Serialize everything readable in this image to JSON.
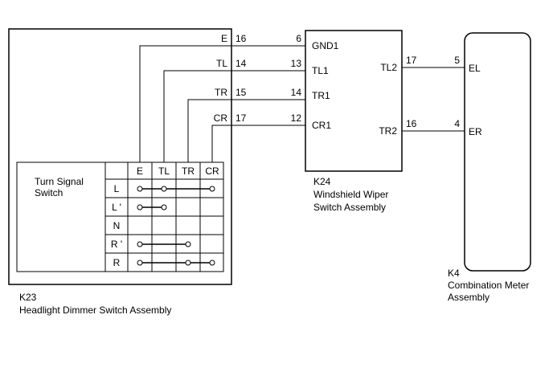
{
  "k23": {
    "code": "K23",
    "name": "Headlight Dimmer Switch Assembly",
    "terminals": [
      {
        "name": "E",
        "pin": "16"
      },
      {
        "name": "TL",
        "pin": "14"
      },
      {
        "name": "TR",
        "pin": "15"
      },
      {
        "name": "CR",
        "pin": "17"
      }
    ],
    "table": {
      "title_line1": "Turn Signal",
      "title_line2": "Switch",
      "columns": [
        "E",
        "TL",
        "TR",
        "CR"
      ],
      "rows": [
        {
          "label": "L",
          "connected": [
            "E",
            "TL",
            "CR"
          ]
        },
        {
          "label": "L '",
          "connected": [
            "E",
            "TL"
          ]
        },
        {
          "label": "N",
          "connected": []
        },
        {
          "label": "R '",
          "connected": [
            "E",
            "TR"
          ]
        },
        {
          "label": "R",
          "connected": [
            "E",
            "TR",
            "CR"
          ]
        }
      ]
    }
  },
  "k24": {
    "code": "K24",
    "name_line1": "Windshield Wiper",
    "name_line2": "Switch Assembly",
    "left_terminals": [
      {
        "name": "GND1",
        "pin": "6"
      },
      {
        "name": "TL1",
        "pin": "13"
      },
      {
        "name": "TR1",
        "pin": "14"
      },
      {
        "name": "CR1",
        "pin": "12"
      }
    ],
    "right_terminals": [
      {
        "name": "TL2",
        "pin": "17"
      },
      {
        "name": "TR2",
        "pin": "16"
      }
    ]
  },
  "k4": {
    "code": "K4",
    "name_line1": "Combination Meter",
    "name_line2": "Assembly",
    "terminals": [
      {
        "name": "EL",
        "pin": "5"
      },
      {
        "name": "ER",
        "pin": "4"
      }
    ]
  }
}
